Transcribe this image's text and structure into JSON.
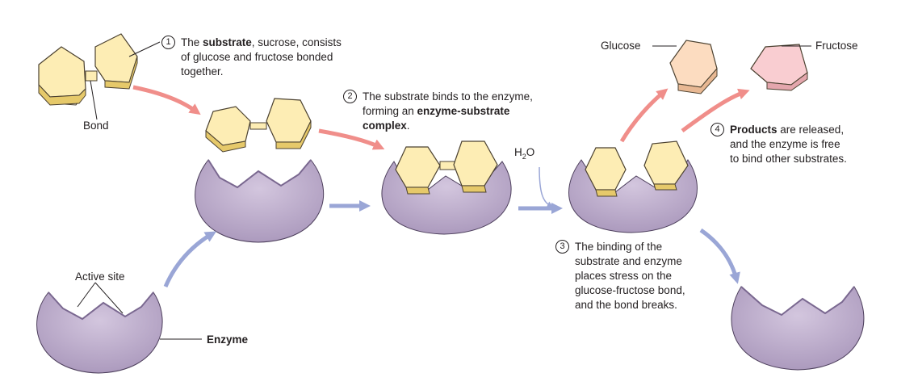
{
  "labels": {
    "bond": "Bond",
    "active_site": "Active site",
    "enzyme": "Enzyme",
    "glucose": "Glucose",
    "fructose": "Fructose",
    "water_h": "H",
    "water_sub": "2",
    "water_o": "O"
  },
  "steps": [
    {
      "num": "1",
      "lines": [
        {
          "pre": "The ",
          "bold": "substrate",
          "post": ", sucrose, consists"
        },
        {
          "pre": "of glucose and fructose bonded",
          "bold": "",
          "post": ""
        },
        {
          "pre": "together.",
          "bold": "",
          "post": ""
        }
      ]
    },
    {
      "num": "2",
      "lines": [
        {
          "pre": "The substrate binds to the enzyme,",
          "bold": "",
          "post": ""
        },
        {
          "pre": "forming an ",
          "bold": "enzyme-substrate",
          "post": ""
        },
        {
          "pre": "",
          "bold": "complex",
          "post": "."
        }
      ]
    },
    {
      "num": "3",
      "lines": [
        {
          "pre": "The binding of the",
          "bold": "",
          "post": ""
        },
        {
          "pre": "substrate and enzyme",
          "bold": "",
          "post": ""
        },
        {
          "pre": "places stress on the",
          "bold": "",
          "post": ""
        },
        {
          "pre": "glucose-fructose bond,",
          "bold": "",
          "post": ""
        },
        {
          "pre": "and the bond breaks.",
          "bold": "",
          "post": ""
        }
      ]
    },
    {
      "num": "4",
      "lines": [
        {
          "pre": "",
          "bold": "Products",
          "post": " are released,"
        },
        {
          "pre": "and the enzyme is free",
          "bold": "",
          "post": ""
        },
        {
          "pre": "to bind other substrates.",
          "bold": "",
          "post": ""
        }
      ]
    }
  ],
  "colors": {
    "enzyme_fill": "#c1b1cf",
    "enzyme_shade": "#9b87ad",
    "substrate_fill": "#fdedb4",
    "substrate_side": "#e6c96a",
    "glucose_fill": "#fcdcc0",
    "fructose_fill": "#f9cdd1",
    "blue_arrow": "#9aa6d6",
    "red_arrow": "#f08e8a"
  }
}
